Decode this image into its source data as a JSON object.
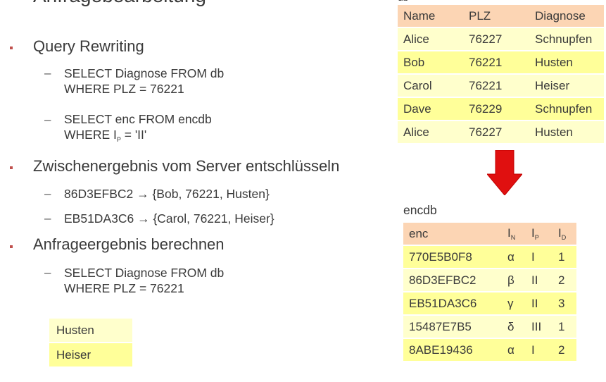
{
  "slide": {
    "title": "Anfragebearbeitung",
    "items": [
      {
        "label": "Query Rewriting",
        "subitems": [
          {
            "lines": [
              "SELECT Diagnose FROM db",
              "WHERE PLZ = 76221"
            ]
          },
          {
            "lines": [
              "SELECT enc FROM encdb",
              "WHERE I",
              "P",
              " = 'II'"
            ]
          }
        ]
      },
      {
        "label": "Zwischenergebnis vom Server entschlüsseln",
        "subitems": [
          {
            "lines": [
              "86D3EFBC2 → {Bob, 76221, Husten}"
            ]
          },
          {
            "lines": [
              "EB51DA3C6 → {Carol, 76221, Heiser}"
            ]
          }
        ]
      },
      {
        "label": "Anfrageergebnis berechnen",
        "subitems": [
          {
            "lines": [
              "SELECT Diagnose FROM db",
              "WHERE PLZ = 76221"
            ]
          }
        ]
      }
    ],
    "result": [
      "Husten",
      "Heiser"
    ],
    "dash": "–"
  },
  "db_table": {
    "label": "db",
    "headers": [
      "Name",
      "PLZ",
      "Diagnose"
    ],
    "rows": [
      [
        "Alice",
        "76227",
        "Schnupfen"
      ],
      [
        "Bob",
        "76221",
        "Husten"
      ],
      [
        "Carol",
        "76221",
        "Heiser"
      ],
      [
        "Dave",
        "76229",
        "Schnupfen"
      ],
      [
        "Alice",
        "76227",
        "Husten"
      ]
    ]
  },
  "encdb_table": {
    "label": "encdb",
    "headers": [
      "enc",
      "I",
      "N",
      "I",
      "P",
      "I",
      "D"
    ],
    "rows": [
      [
        "770E5B0F8",
        "α",
        "I",
        "1"
      ],
      [
        "86D3EFBC2",
        "β",
        "II",
        "2"
      ],
      [
        "EB51DA3C6",
        "γ",
        "II",
        "3"
      ],
      [
        "15487E7B5",
        "δ",
        "III",
        "1"
      ],
      [
        "8ABE19436",
        "α",
        "I",
        "2"
      ]
    ]
  },
  "colors": {
    "header": "#fcd5b4",
    "row_dark": "#ffff99",
    "row_light": "#ffffcc",
    "arrow": "#e01010",
    "bullet": "#c0504d"
  }
}
